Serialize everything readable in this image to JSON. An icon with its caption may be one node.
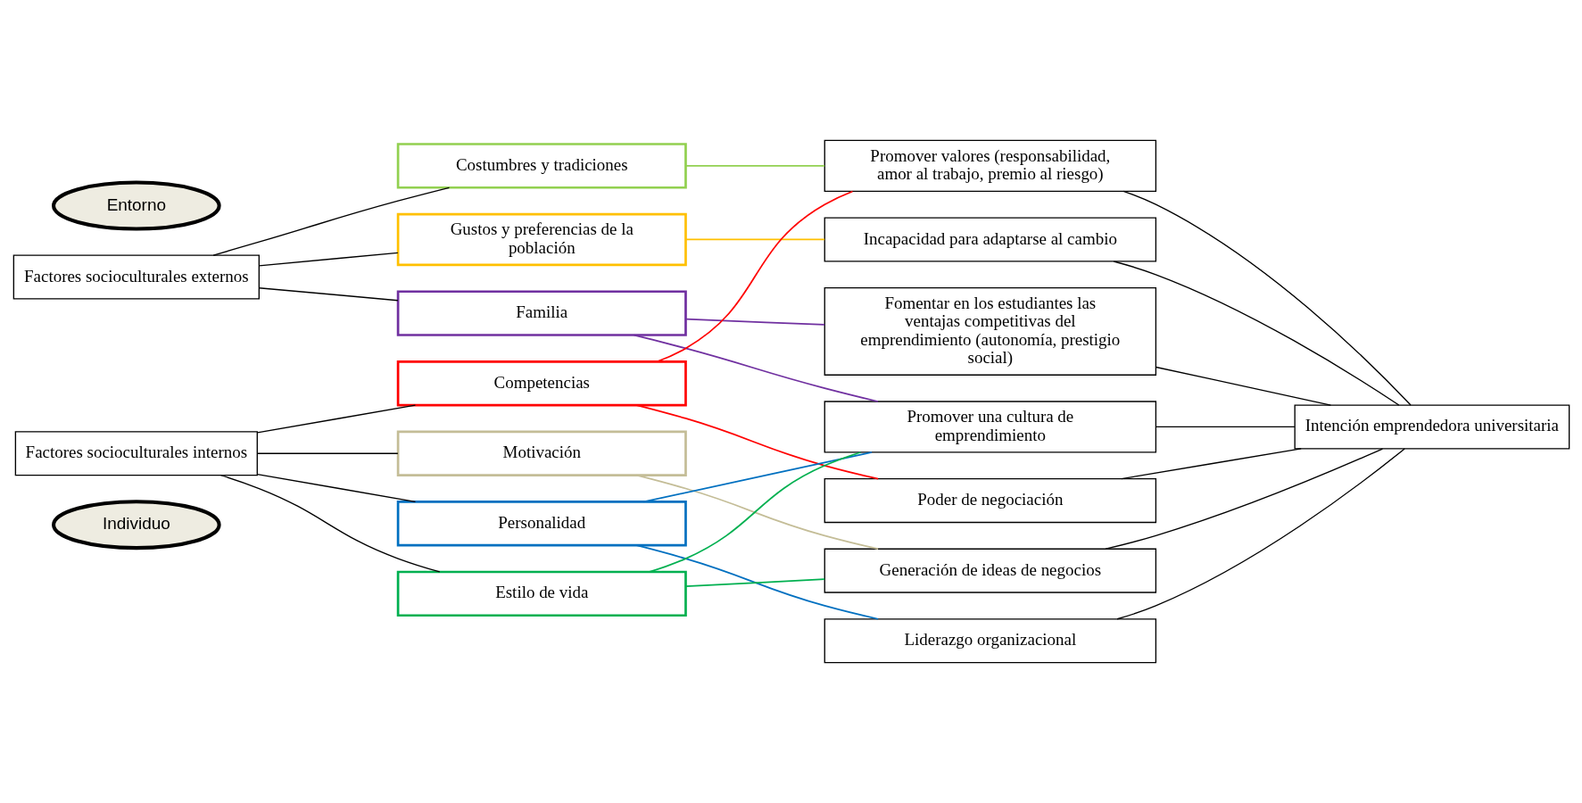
{
  "diagram": {
    "nodes": [
      {
        "text": [
          "Entorno"
        ]
      },
      {
        "text": [
          "Factores socioculturales externos"
        ]
      },
      {
        "text": [
          "Costumbres y tradiciones"
        ]
      },
      {
        "text": [
          "Gustos y preferencias de la población"
        ]
      },
      {
        "text": [
          "Familia"
        ]
      },
      {
        "text": [
          "Promover valores (responsabilidad, amor al trabajo, premio al riesgo)"
        ]
      },
      {
        "text": [
          "Incapacidad para adaptarse al cambio"
        ]
      },
      {
        "text": [
          "Fomentar en los estudiantes las ventajas competitivas del emprendimiento (autonomía, prestigio social)"
        ]
      },
      {
        "text": [
          "Promover una cultura de emprendimiento"
        ]
      },
      {
        "text": [
          "Poder de negociación"
        ]
      },
      {
        "text": [
          "Generación de ideas de negocios"
        ]
      },
      {
        "text": [
          "Liderazgo organizacional"
        ]
      },
      {
        "text": [
          "Intención emprendedora universitaria"
        ]
      },
      {
        "text": [
          "Competencias"
        ]
      },
      {
        "text": [
          "Motivación"
        ]
      },
      {
        "text": [
          "Factores socioculturales internos"
        ]
      },
      {
        "text": [
          "Personalidad"
        ]
      },
      {
        "text": [
          "Estilo de vida"
        ]
      },
      {
        "text": [
          "Individuo"
        ]
      }
    ],
    "edges": [
      {
        "from": 1,
        "to": 2,
        "arrow": "none"
      },
      {
        "from": 1,
        "to": 3,
        "arrow": "none"
      },
      {
        "from": 1,
        "to": 4,
        "arrow": "none"
      },
      {
        "from": 2,
        "to": 5,
        "arrow": "none",
        "color": "#92d050"
      },
      {
        "from": 3,
        "to": 6,
        "arrow": "none",
        "color": "#ffc000"
      },
      {
        "from": 4,
        "to": 7,
        "arrow": "none",
        "color": "#7030a0"
      },
      {
        "from": 4,
        "to": 8,
        "arrow": "none",
        "color": "#7030a0"
      },
      {
        "from": 13,
        "to": 5,
        "arrow": "none",
        "color": "#ff0000"
      },
      {
        "from": 13,
        "to": 9,
        "arrow": "none",
        "color": "#ff0000"
      },
      {
        "from": 14,
        "to": 10,
        "arrow": "none",
        "color": "#c4bd97"
      },
      {
        "from": 16,
        "to": 8,
        "arrow": "none",
        "color": "#0070c0"
      },
      {
        "from": 16,
        "to": 11,
        "arrow": "none",
        "color": "#0070c0"
      },
      {
        "from": 17,
        "to": 8,
        "arrow": "none",
        "color": "#00b050"
      },
      {
        "from": 17,
        "to": 10,
        "arrow": "none",
        "color": "#00b050"
      },
      {
        "from": 15,
        "to": 13,
        "arrow": "none"
      },
      {
        "from": 15,
        "to": 14,
        "arrow": "none"
      },
      {
        "from": 15,
        "to": 16,
        "arrow": "none"
      },
      {
        "from": 15,
        "to": 17,
        "arrow": "none"
      },
      {
        "from": 5,
        "to": 12,
        "arrow": "none"
      },
      {
        "from": 6,
        "to": 12,
        "arrow": "none"
      },
      {
        "from": 7,
        "to": 12,
        "arrow": "none"
      },
      {
        "from": 8,
        "to": 12,
        "arrow": "none"
      },
      {
        "from": 9,
        "to": 12,
        "arrow": "none"
      },
      {
        "from": 10,
        "to": 12,
        "arrow": "none"
      },
      {
        "from": 11,
        "to": 12,
        "arrow": "none"
      }
    ]
  }
}
